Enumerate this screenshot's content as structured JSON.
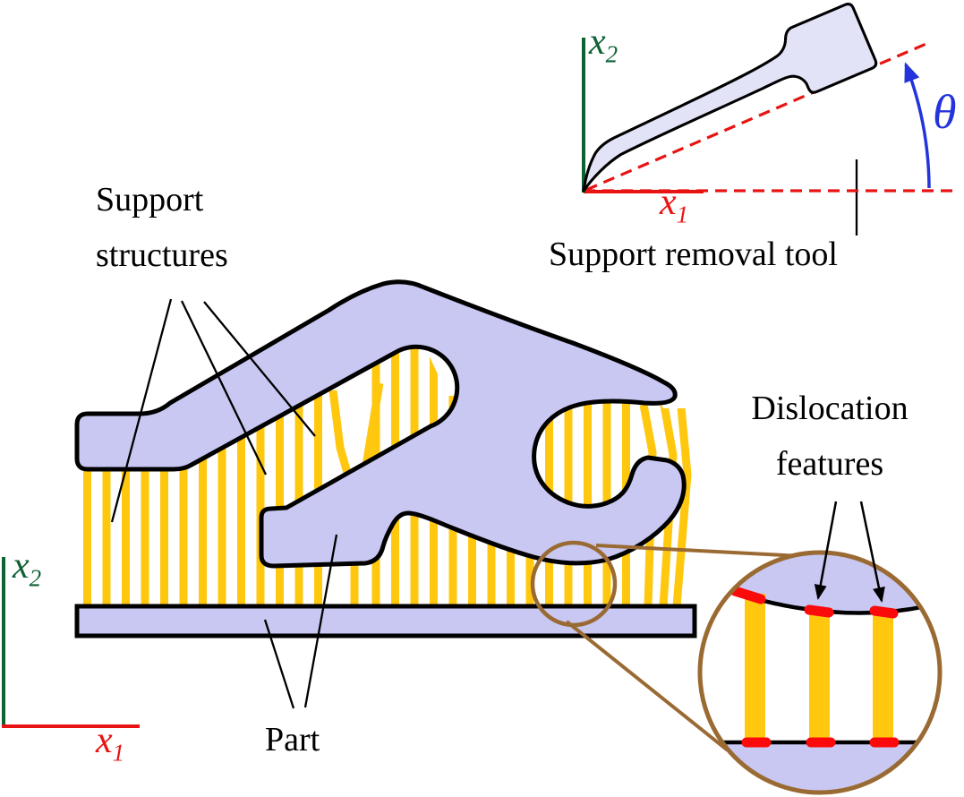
{
  "figure": {
    "labels": {
      "support_structures_line1": "Support",
      "support_structures_line2": "structures",
      "part": "Part",
      "support_removal_tool": "Support removal tool",
      "dislocation_line1": "Dislocation",
      "dislocation_line2": "features",
      "theta": "θ"
    },
    "axes": {
      "base_symbol": "x",
      "sub_1": "1",
      "sub_2": "2"
    },
    "colors": {
      "part_fill": "#C8C8F2",
      "outline": "#000000",
      "support_yellow": "#FFC80F",
      "tool_blue": "#0000D2",
      "tool_ghost": "#E3E3F8",
      "axis_green": "#0E6234",
      "axis_red": "#E81414",
      "angle_blue": "#2334DC",
      "magnifier_brown": "#9A6A33",
      "dislocation_red": "#FA0A0A"
    }
  }
}
